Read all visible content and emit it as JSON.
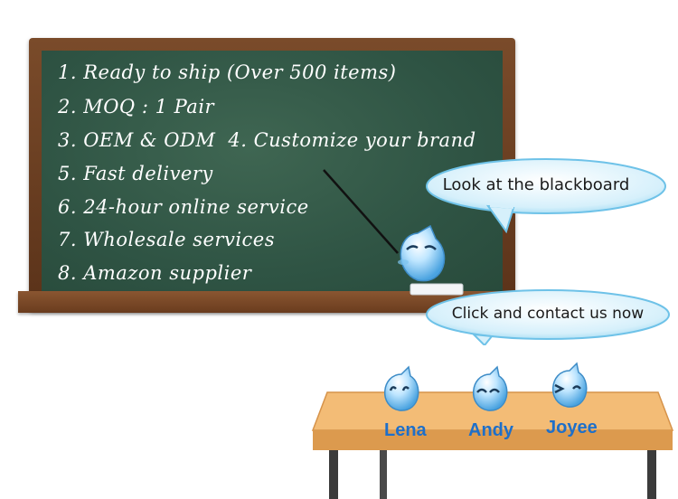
{
  "blackboard": {
    "lines": [
      "1. Ready to ship (Over 500 items)",
      "2. MOQ : 1 Pair",
      "3. OEM & ODM",
      "5. Fast delivery",
      "6. 24-hour online service",
      "7. Wholesale services",
      "8. Amazon supplier"
    ],
    "line3_extra": "4. Customize your brand"
  },
  "bubbles": {
    "look": "Look at the blackboard",
    "contact": "Click and contact us now"
  },
  "students": {
    "names": [
      "Lena",
      "Andy",
      "Joyee"
    ]
  },
  "colors": {
    "board": "#2f5444",
    "frame": "#6a3c1e",
    "bubble": "#d7f0fb",
    "name": "#1e6fc9",
    "desk": "#f0b36a"
  }
}
